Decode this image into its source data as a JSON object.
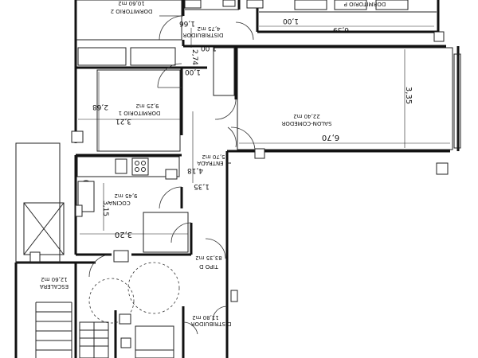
{
  "plan": {
    "rooms": {
      "dormitorio2": {
        "name": "DORMITORIO 2",
        "area": "10,60 m2"
      },
      "distribuidor_top": {
        "name": "DISTRIBUIDOR",
        "area": "4,75 m2"
      },
      "dormitorio_p": {
        "name": "DORMITORIO P"
      },
      "dormitorio1": {
        "name": "DORMITORIO 1",
        "area": "9,25 m2"
      },
      "salon": {
        "name": "SALON-COMEDOR",
        "area": "22,40 m2"
      },
      "entrada": {
        "name": "ENTRADA",
        "area": "5,70 m2"
      },
      "cocina": {
        "name": "COCINA",
        "area": "9,45 m2"
      },
      "tipo_d": {
        "name": "TIPO D",
        "area": "83,35 m2"
      },
      "escalera": {
        "name": "ESCALERA",
        "area": "12,60 m2"
      },
      "distribuidor_bottom": {
        "name": "DISTRIBUIDOR",
        "area": "11,80 m2"
      }
    },
    "dimensions": {
      "d_1_66": "1,66",
      "d_1_00_a": "1,00",
      "d_6_39": "6,39",
      "d_1_00_b": "1,00",
      "d_2_74": "2,74",
      "d_1_00_c": "1,00",
      "d_3_35": "3,35",
      "d_2_68": "2,68",
      "d_3_21": "3,21",
      "d_6_70": "6,70",
      "d_4_18": "4,18",
      "d_1_35": "1,35",
      "d_3_15": "3,15",
      "d_3_20": "3,20"
    }
  }
}
